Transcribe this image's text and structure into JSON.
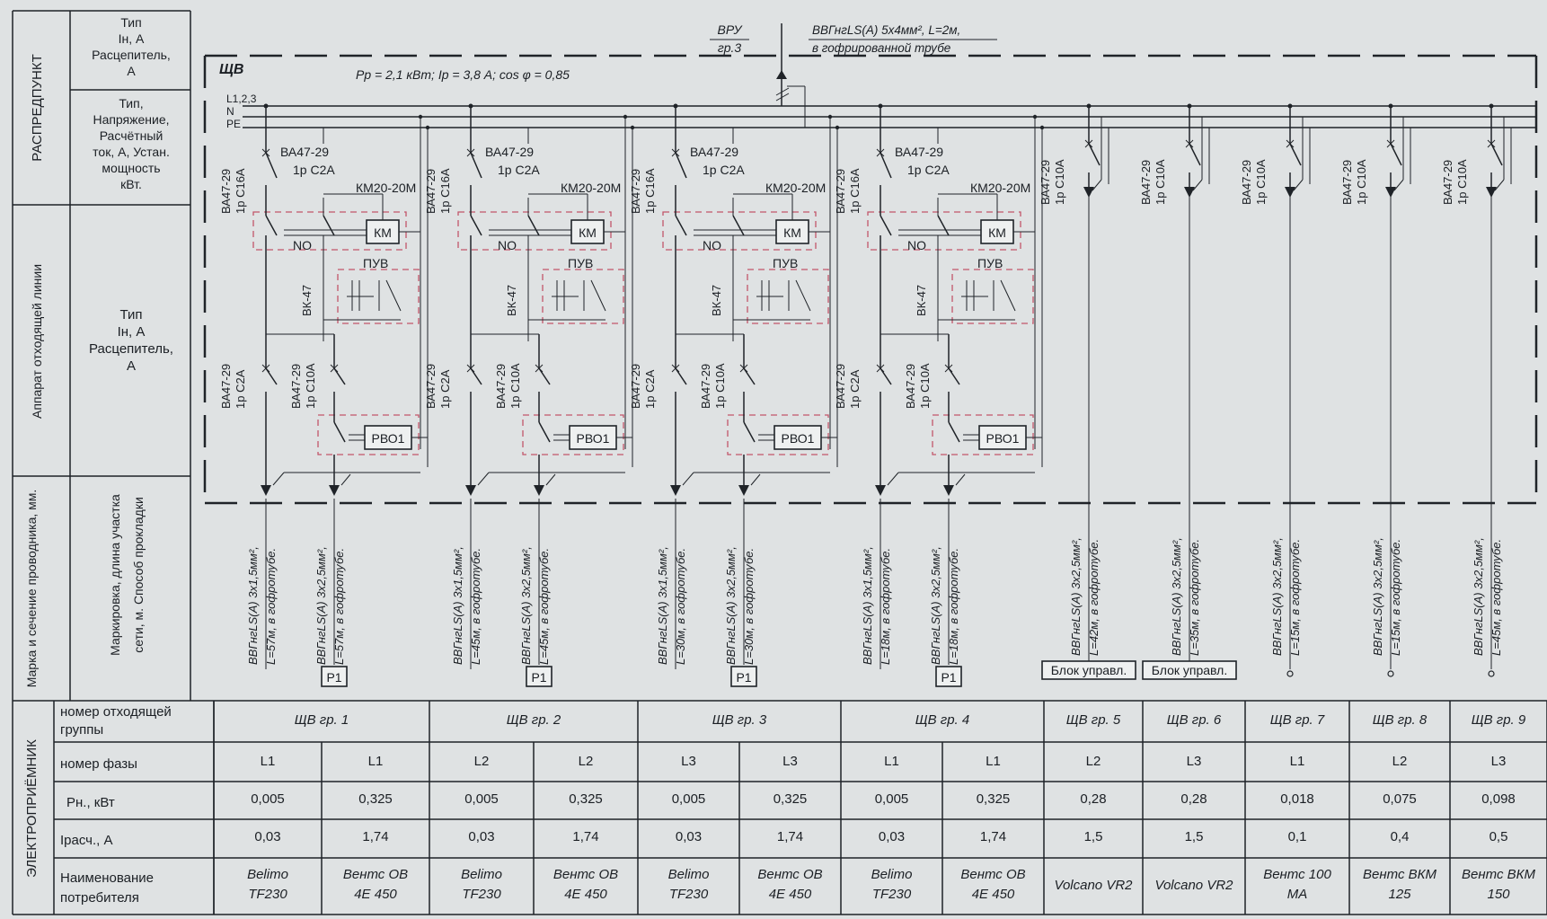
{
  "left_table": {
    "section_distr": "РАСПРЕДПУНКТ",
    "section_apparatus": "Аппарат отходящей линии",
    "section_cable": "Марка и сечение проводника, мм.",
    "section_consumer": "ЭЛЕКТРОПРИЁМНИК",
    "row1": [
      "Тип",
      "Iн, А",
      "Расцепитель,",
      "А"
    ],
    "row2": [
      "Тип,",
      "Напряжение,",
      "Расчётный",
      "ток, А, Устан.",
      "мощность",
      "кВт."
    ],
    "row3": [
      "Тип",
      "Iн, А",
      "Расцепитель,",
      "А"
    ],
    "row4": [
      "Маркировка, длина участка",
      "сети, м. Способ прокладки"
    ],
    "bottom_labels": [
      "номер отходящей группы",
      "номер фазы",
      "Рн., кВт",
      "Iрасч., А",
      "Наименование потребителя"
    ]
  },
  "header": {
    "vru": "ВРУ",
    "vru_group": "гр.3",
    "feeder_cable": "ВВГнгLS(A) 5х4мм², L=2м,",
    "feeder_laying": "в гофрированной трубе",
    "panel": "ЩВ",
    "power_params": "Рр = 2,1 кВт; Iр = 3,8 А; cos φ = 0,85",
    "bus_l": "L1,2,3",
    "bus_n": "N",
    "bus_pe": "PE"
  },
  "units": [
    {
      "top": [
        "ВА47-29",
        "1р С16А"
      ],
      "breaker2": [
        "ВА47-29",
        "1р С2А"
      ],
      "contactor": "КМ20-20М",
      "km": "КМ",
      "no": "NO",
      "puv": "ПУВ",
      "vk": "ВК-47",
      "b3": [
        "ВА47-29",
        "1р С2А"
      ],
      "b4": [
        "ВА47-29",
        "1р С10А"
      ],
      "rvo": "РВО1",
      "c1": [
        "ВВГнгLS(A) 3х1,5мм²,",
        "L=57м, в гофротубе."
      ],
      "c2": [
        "ВВГнгLS(A) 3х2,5мм²,",
        "L=57м, в гофротубе."
      ],
      "p": "Р1"
    },
    {
      "top": [
        "ВА47-29",
        "1р С16А"
      ],
      "breaker2": [
        "ВА47-29",
        "1р С2А"
      ],
      "contactor": "КМ20-20М",
      "km": "КМ",
      "no": "NO",
      "puv": "ПУВ",
      "vk": "ВК-47",
      "b3": [
        "ВА47-29",
        "1р С2А"
      ],
      "b4": [
        "ВА47-29",
        "1р С10А"
      ],
      "rvo": "РВО1",
      "c1": [
        "ВВГнгLS(A) 3х1,5мм²,",
        "L=45м, в гофротубе."
      ],
      "c2": [
        "ВВГнгLS(A) 3х2,5мм²,",
        "L=45м, в гофротубе."
      ],
      "p": "Р1"
    },
    {
      "top": [
        "ВА47-29",
        "1р С16А"
      ],
      "breaker2": [
        "ВА47-29",
        "1р С2А"
      ],
      "contactor": "КМ20-20М",
      "km": "КМ",
      "no": "NO",
      "puv": "ПУВ",
      "vk": "ВК-47",
      "b3": [
        "ВА47-29",
        "1р С2А"
      ],
      "b4": [
        "ВА47-29",
        "1р С10А"
      ],
      "rvo": "РВО1",
      "c1": [
        "ВВГнгLS(A) 3х1,5мм²,",
        "L=30м, в гофротубе."
      ],
      "c2": [
        "ВВГнгLS(A) 3х2,5мм²,",
        "L=30м, в гофротубе."
      ],
      "p": "Р1"
    },
    {
      "top": [
        "ВА47-29",
        "1р С16А"
      ],
      "breaker2": [
        "ВА47-29",
        "1р С2А"
      ],
      "contactor": "КМ20-20М",
      "km": "КМ",
      "no": "NO",
      "puv": "ПУВ",
      "vk": "ВК-47",
      "b3": [
        "ВА47-29",
        "1р С2А"
      ],
      "b4": [
        "ВА47-29",
        "1р С10А"
      ],
      "rvo": "РВО1",
      "c1": [
        "ВВГнгLS(A) 3х1,5мм²,",
        "L=18м, в гофротубе."
      ],
      "c2": [
        "ВВГнгLS(A) 3х2,5мм²,",
        "L=18м, в гофротубе."
      ],
      "p": "Р1"
    }
  ],
  "simple_lines": [
    {
      "breaker": [
        "ВА47-29",
        "1р С10А"
      ],
      "cable": [
        "ВВГнгLS(A) 3х2,5мм²,",
        "L=42м, в гофротубе."
      ],
      "label": "Блок управл."
    },
    {
      "breaker": [
        "ВА47-29",
        "1р С10А"
      ],
      "cable": [
        "ВВГнгLS(A) 3х2,5мм²,",
        "L=35м, в гофротубе."
      ],
      "label": "Блок управл."
    },
    {
      "breaker": [
        "ВА47-29",
        "1р С10А"
      ],
      "cable": [
        "ВВГнгLS(A) 3х2,5мм²,",
        "L=15м, в гофротубе."
      ],
      "label": ""
    },
    {
      "breaker": [
        "ВА47-29",
        "1р С10А"
      ],
      "cable": [
        "ВВГнгLS(A) 3х2,5мм²,",
        "L=15м, в гофротубе."
      ],
      "label": ""
    },
    {
      "breaker": [
        "ВА47-29",
        "1р С10А"
      ],
      "cable": [
        "ВВГнгLS(A) 3х2,5мм²,",
        "L=45м, в гофротубе."
      ],
      "label": ""
    }
  ],
  "groups": [
    {
      "name": "ЩВ гр. 1",
      "lines": [
        {
          "phase": "L1",
          "p": "0,005",
          "i": "0,03",
          "consumer": [
            "Belimo",
            "TF230"
          ]
        },
        {
          "phase": "L1",
          "p": "0,325",
          "i": "1,74",
          "consumer": [
            "Вентс ОВ",
            "4Е 450"
          ]
        }
      ]
    },
    {
      "name": "ЩВ гр. 2",
      "lines": [
        {
          "phase": "L2",
          "p": "0,005",
          "i": "0,03",
          "consumer": [
            "Belimo",
            "TF230"
          ]
        },
        {
          "phase": "L2",
          "p": "0,325",
          "i": "1,74",
          "consumer": [
            "Вентс ОВ",
            "4Е 450"
          ]
        }
      ]
    },
    {
      "name": "ЩВ гр. 3",
      "lines": [
        {
          "phase": "L3",
          "p": "0,005",
          "i": "0,03",
          "consumer": [
            "Belimo",
            "TF230"
          ]
        },
        {
          "phase": "L3",
          "p": "0,325",
          "i": "1,74",
          "consumer": [
            "Вентс ОВ",
            "4Е 450"
          ]
        }
      ]
    },
    {
      "name": "ЩВ гр. 4",
      "lines": [
        {
          "phase": "L1",
          "p": "0,005",
          "i": "0,03",
          "consumer": [
            "Belimo",
            "TF230"
          ]
        },
        {
          "phase": "L1",
          "p": "0,325",
          "i": "1,74",
          "consumer": [
            "Вентс ОВ",
            "4Е 450"
          ]
        }
      ]
    },
    {
      "name": "ЩВ гр. 5",
      "lines": [
        {
          "phase": "L2",
          "p": "0,28",
          "i": "1,5",
          "consumer": [
            "Volcano VR2"
          ]
        }
      ]
    },
    {
      "name": "ЩВ гр. 6",
      "lines": [
        {
          "phase": "L3",
          "p": "0,28",
          "i": "1,5",
          "consumer": [
            "Volcano VR2"
          ]
        }
      ]
    },
    {
      "name": "ЩВ гр. 7",
      "lines": [
        {
          "phase": "L1",
          "p": "0,018",
          "i": "0,1",
          "consumer": [
            "Вентс 100",
            "МА"
          ]
        }
      ]
    },
    {
      "name": "ЩВ гр. 8",
      "lines": [
        {
          "phase": "L2",
          "p": "0,075",
          "i": "0,4",
          "consumer": [
            "Вентс ВКМ",
            "125"
          ]
        }
      ]
    },
    {
      "name": "ЩВ гр. 9",
      "lines": [
        {
          "phase": "L3",
          "p": "0,098",
          "i": "0,5",
          "consumer": [
            "Вентс ВКМ",
            "150"
          ]
        }
      ]
    }
  ]
}
